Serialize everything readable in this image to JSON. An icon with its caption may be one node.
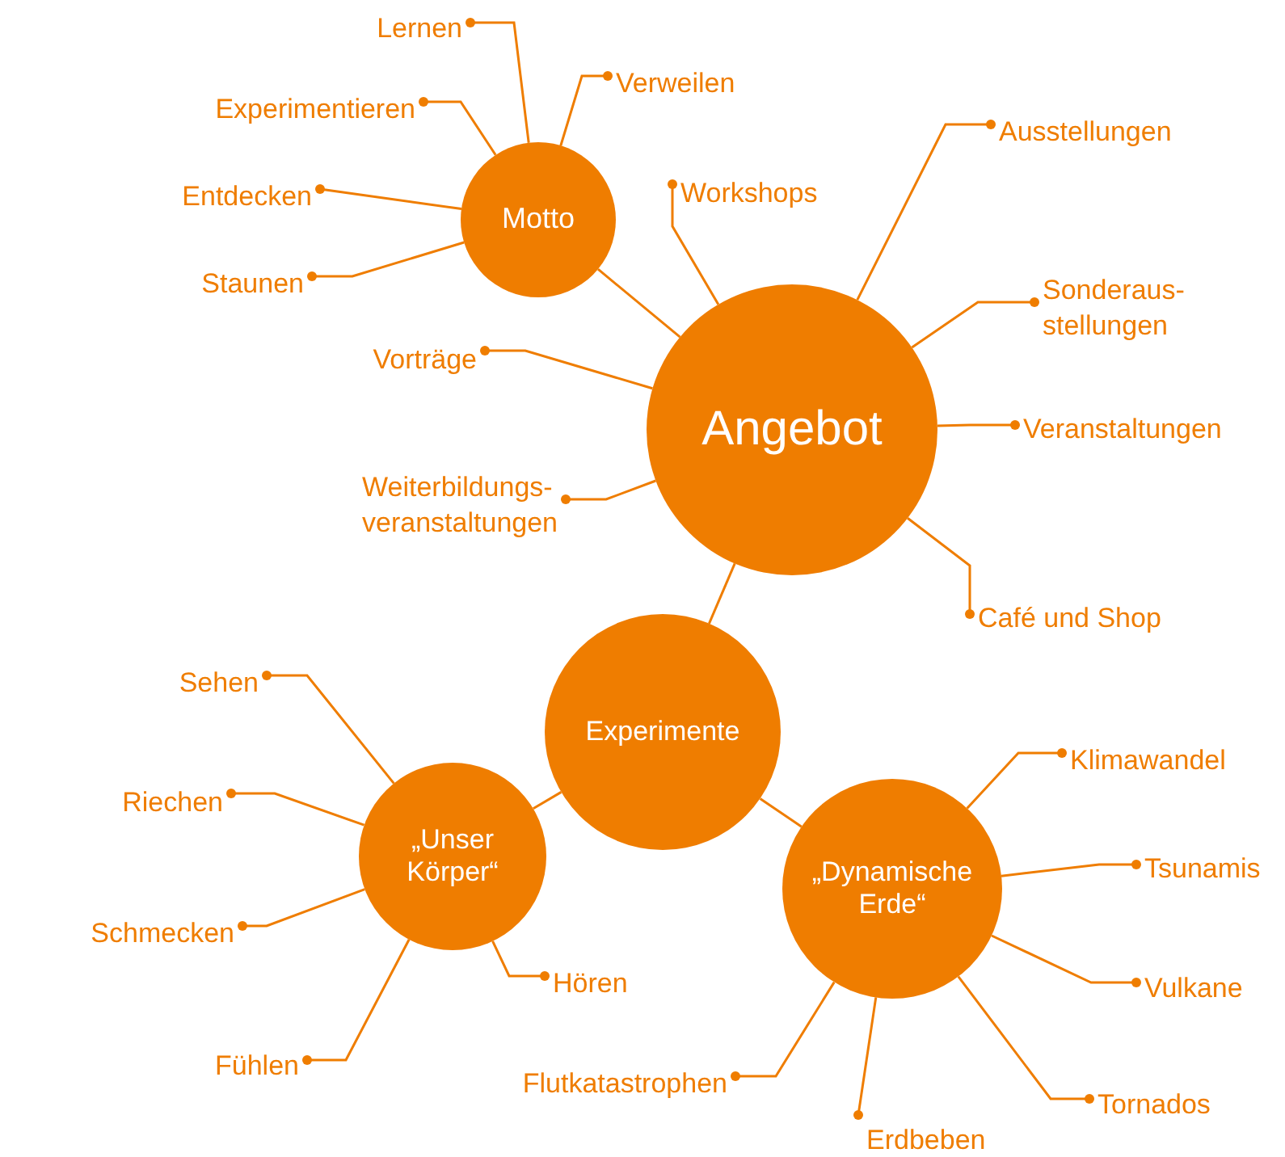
{
  "diagram": {
    "nodes": [
      {
        "text": [
          "Angebot"
        ]
      },
      {
        "text": [
          "Motto"
        ]
      },
      {
        "text": [
          "Experimente"
        ]
      },
      {
        "text": [
          "„Unser Körper“"
        ]
      },
      {
        "text": [
          "„Dynamische Erde“"
        ]
      },
      {
        "text": [
          "Lernen"
        ]
      },
      {
        "text": [
          "Verweilen"
        ]
      },
      {
        "text": [
          "Experimentieren"
        ]
      },
      {
        "text": [
          "Entdecken"
        ]
      },
      {
        "text": [
          "Staunen"
        ]
      },
      {
        "text": [
          "Workshops"
        ]
      },
      {
        "text": [
          "Ausstellungen"
        ]
      },
      {
        "text": [
          "Sonderaus- stellungen"
        ]
      },
      {
        "text": [
          "Vorträge"
        ]
      },
      {
        "text": [
          "Veranstaltungen"
        ]
      },
      {
        "text": [
          "Weiterbildungs- veranstaltungen"
        ]
      },
      {
        "text": [
          "Café und Shop"
        ]
      },
      {
        "text": [
          "Sehen"
        ]
      },
      {
        "text": [
          "Riechen"
        ]
      },
      {
        "text": [
          "Schmecken"
        ]
      },
      {
        "text": [
          "Hören"
        ]
      },
      {
        "text": [
          "Fühlen"
        ]
      },
      {
        "text": [
          "Klimawandel"
        ]
      },
      {
        "text": [
          "Tsunamis"
        ]
      },
      {
        "text": [
          "Vulkane"
        ]
      },
      {
        "text": [
          "Tornados"
        ]
      },
      {
        "text": [
          "Erdbeben"
        ]
      },
      {
        "text": [
          "Flutkatastrophen"
        ]
      }
    ],
    "edges": [
      {
        "from": 0,
        "to": 1,
        "arrow": "none"
      },
      {
        "from": 0,
        "to": 2,
        "arrow": "none"
      },
      {
        "from": 2,
        "to": 3,
        "arrow": "none"
      },
      {
        "from": 2,
        "to": 4,
        "arrow": "none"
      },
      {
        "from": 1,
        "to": 5,
        "arrow": "other"
      },
      {
        "from": 1,
        "to": 6,
        "arrow": "other"
      },
      {
        "from": 1,
        "to": 7,
        "arrow": "other"
      },
      {
        "from": 1,
        "to": 8,
        "arrow": "other"
      },
      {
        "from": 1,
        "to": 9,
        "arrow": "other"
      },
      {
        "from": 0,
        "to": 10,
        "arrow": "other"
      },
      {
        "from": 0,
        "to": 11,
        "arrow": "other"
      },
      {
        "from": 0,
        "to": 12,
        "arrow": "other"
      },
      {
        "from": 0,
        "to": 13,
        "arrow": "other"
      },
      {
        "from": 0,
        "to": 14,
        "arrow": "other"
      },
      {
        "from": 0,
        "to": 15,
        "arrow": "other"
      },
      {
        "from": 0,
        "to": 16,
        "arrow": "other"
      },
      {
        "from": 3,
        "to": 17,
        "arrow": "other"
      },
      {
        "from": 3,
        "to": 18,
        "arrow": "other"
      },
      {
        "from": 3,
        "to": 19,
        "arrow": "other"
      },
      {
        "from": 3,
        "to": 20,
        "arrow": "other"
      },
      {
        "from": 3,
        "to": 21,
        "arrow": "other"
      },
      {
        "from": 4,
        "to": 22,
        "arrow": "other"
      },
      {
        "from": 4,
        "to": 23,
        "arrow": "other"
      },
      {
        "from": 4,
        "to": 24,
        "arrow": "other"
      },
      {
        "from": 4,
        "to": 25,
        "arrow": "other"
      },
      {
        "from": 4,
        "to": 26,
        "arrow": "other"
      },
      {
        "from": 4,
        "to": 27,
        "arrow": "other"
      }
    ]
  }
}
